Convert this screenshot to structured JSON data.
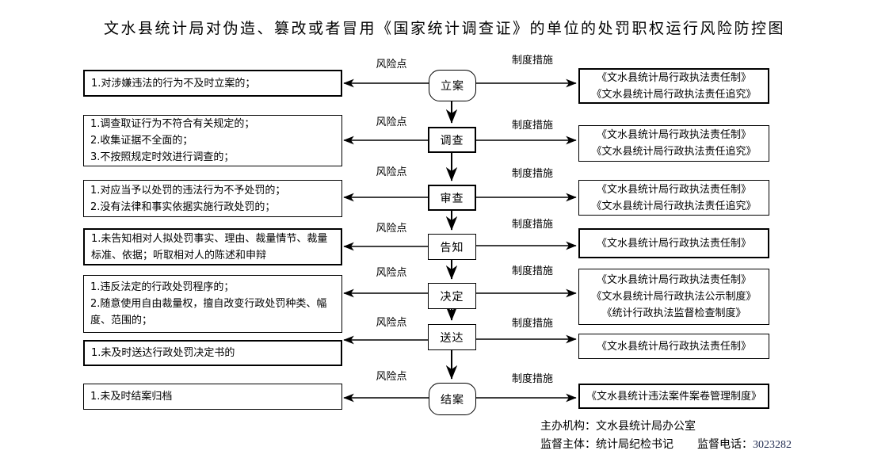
{
  "title": "文水县统计局对伪造、篡改或者冒用《国家统计调查证》的单位的处罚职权运行风险防控图",
  "row_labels": {
    "risk": "风险点",
    "measure": "制度措施"
  },
  "steps": [
    {
      "label": "立案",
      "shape": "stadium"
    },
    {
      "label": "调查",
      "shape": "rect"
    },
    {
      "label": "审查",
      "shape": "rect"
    },
    {
      "label": "告知",
      "shape": "rect"
    },
    {
      "label": "决定",
      "shape": "rect"
    },
    {
      "label": "送达",
      "shape": "rect"
    },
    {
      "label": "结案",
      "shape": "stadium"
    }
  ],
  "risk_boxes": [
    {
      "lines": [
        "1.对涉嫌违法的行为不及时立案的；"
      ]
    },
    {
      "lines": [
        "1.调查取证行为不符合有关规定的；",
        "2.收集证据不全面的；",
        "3.不按照规定时效进行调查的；"
      ]
    },
    {
      "lines": [
        "1.对应当予以处罚的违法行为不予处罚的；",
        "2.没有法律和事实依据实施行政处罚的；"
      ]
    },
    {
      "lines": [
        "1.未告知相对人拟处罚事实、理由、裁量情节、裁量标准、依据；听取相对人的陈述和申辩"
      ]
    },
    {
      "lines": [
        "1.违反法定的行政处罚程序的；",
        "2.随意使用自由裁量权，擅自改变行政处罚种类、幅度、范围的；"
      ]
    },
    {
      "lines": [
        "1.未及时送达行政处罚决定书的"
      ]
    },
    {
      "lines": [
        "1.未及时结案归档"
      ]
    }
  ],
  "measure_boxes": [
    {
      "lines": [
        "《文水县统计局行政执法责任制》",
        "《文水县统计局行政执法责任追究》"
      ]
    },
    {
      "lines": [
        "《文水县统计局行政执法责任制》",
        "《文水县统计局行政执法责任追究》"
      ]
    },
    {
      "lines": [
        "《文水县统计局行政执法责任制》",
        "《文水县统计局行政执法责任追究》"
      ]
    },
    {
      "lines": [
        "《文水县统计局行政执法责任制》"
      ]
    },
    {
      "lines": [
        "《文水县统计局行政执法责任制》",
        "《文水县统计局行政执法公示制度》",
        "《统计行政执法监督检查制度》"
      ]
    },
    {
      "lines": [
        "《文水县统计局行政执法责任制》"
      ]
    },
    {
      "lines": [
        "《文水县统计违法案件案卷管理制度》"
      ]
    }
  ],
  "footer": {
    "organizer": "主办机构：文水县统计局办公室",
    "supervisor": "监督主体：统计局纪检书记",
    "phone_label": "监督电话：",
    "phone_number": "3023282"
  },
  "colors": {
    "line": "#000000",
    "phone_number": "#1f2a50",
    "background": "#ffffff"
  }
}
